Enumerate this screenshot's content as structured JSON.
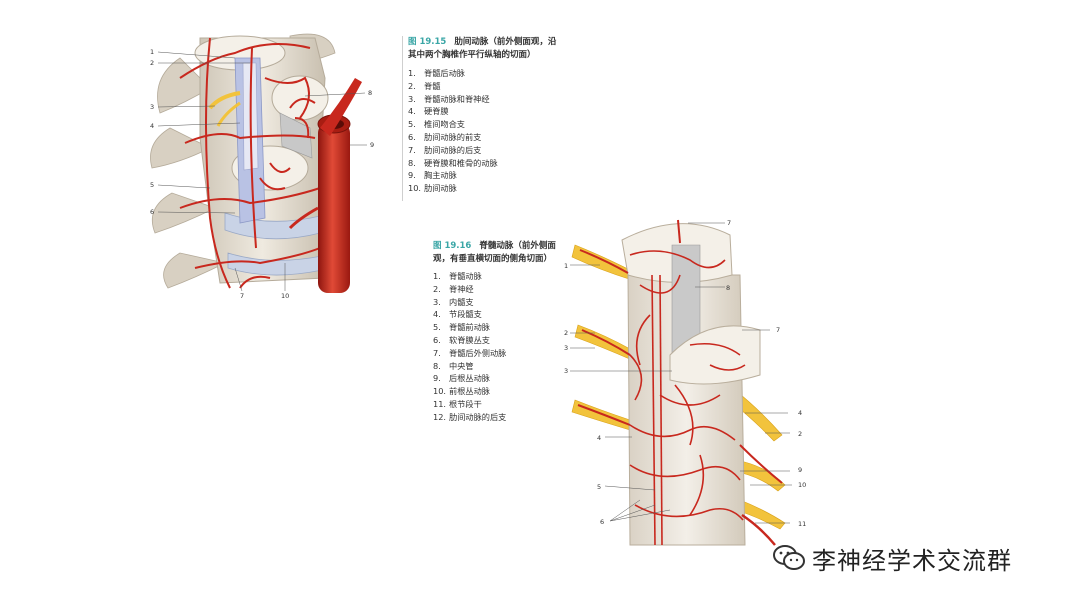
{
  "figure_19_15": {
    "number": "图 19.15",
    "title_line1": "肋间动脉（前外侧面观，沿",
    "title_line2": "其中两个胸椎作平行纵轴的切面）",
    "legend": [
      {
        "num": "1.",
        "label": "脊髓后动脉"
      },
      {
        "num": "2.",
        "label": "脊髓"
      },
      {
        "num": "3.",
        "label": "脊髓动脉和脊神经"
      },
      {
        "num": "4.",
        "label": "硬脊膜"
      },
      {
        "num": "5.",
        "label": "椎间吻合支"
      },
      {
        "num": "6.",
        "label": "肋间动脉的前支"
      },
      {
        "num": "7.",
        "label": "肋间动脉的后支"
      },
      {
        "num": "8.",
        "label": "硬脊膜和椎骨的动脉"
      },
      {
        "num": "9.",
        "label": "胸主动脉"
      },
      {
        "num": "10.",
        "label": "肋间动脉"
      }
    ],
    "callouts": {
      "c1": "1",
      "c2": "2",
      "c3": "3",
      "c4": "4",
      "c5": "5",
      "c6": "6",
      "c7": "7",
      "c8": "8",
      "c9": "9",
      "c10": "10"
    }
  },
  "figure_19_16": {
    "number": "图 19.16",
    "title_line1": "脊髓动脉（前外侧面",
    "title_line2": "观，有垂直横切面的侧角切面）",
    "legend": [
      {
        "num": "1.",
        "label": "脊髓动脉"
      },
      {
        "num": "2.",
        "label": "脊神经"
      },
      {
        "num": "3.",
        "label": "内髓支"
      },
      {
        "num": "4.",
        "label": "节段髓支"
      },
      {
        "num": "5.",
        "label": "脊髓前动脉"
      },
      {
        "num": "6.",
        "label": "软脊膜丛支"
      },
      {
        "num": "7.",
        "label": "脊髓后外侧动脉"
      },
      {
        "num": "8.",
        "label": "中央管"
      },
      {
        "num": "9.",
        "label": "后根丛动脉"
      },
      {
        "num": "10.",
        "label": "前根丛动脉"
      },
      {
        "num": "11.",
        "label": "根节段干"
      },
      {
        "num": "12.",
        "label": "肋间动脉的后支"
      }
    ],
    "callouts": {
      "c1": "1",
      "c2": "2",
      "c3a": "3",
      "c3b": "3",
      "c4a": "4",
      "c2b": "2",
      "c4b": "4",
      "c5": "5",
      "c6": "6",
      "c7a": "7",
      "c7b": "7",
      "c8": "8",
      "c9": "9",
      "c10": "10",
      "c11": "11"
    }
  },
  "watermark": {
    "text": "李神经学术交流群",
    "icon": "wechat-icon"
  },
  "colors": {
    "artery": "#c8281e",
    "nerve": "#f2c33c",
    "bone": "#e8e2d8",
    "accent": "#3aa6a6"
  }
}
